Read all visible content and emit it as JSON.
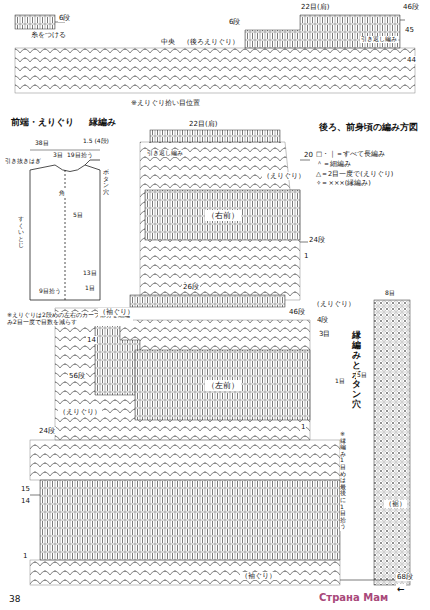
{
  "diagram": {
    "title": "後ろ、前身頃の編み方図",
    "nodes": [
      {
        "text": [
          "（右前）"
        ]
      },
      {
        "text": [
          "（左前）"
        ]
      }
    ],
    "labels": [
      "6段",
      "糸をつける",
      "中央",
      "（後ろえりぐり）",
      "22目(肩)",
      "6段",
      "46段",
      "45",
      "引き返し編み",
      "44",
      "※えりぐり拾い目位置",
      "前端・えりぐり",
      "縁編み",
      "1.5 (4段)",
      "引き抜きはぎ",
      "38目",
      "3目",
      "19目拾う",
      "ボタン穴",
      "角",
      "5目",
      "すくいとじ",
      "9目拾う",
      "13目",
      "1目",
      "※えりぐりは2段めの左右のカーブ部分を細編み2目一度で目数を減らす",
      "22目(肩)",
      "引き返し編み",
      "20",
      "（えりぐり）",
      "24段",
      "1",
      "26段",
      "46段",
      "（えりぐり）",
      "4段",
      "3目",
      "（袖ぐり）",
      "14",
      "56段",
      "（えりぐり）",
      "24段",
      "1",
      "縁編みとボタン穴",
      "8目",
      "1目",
      "5目",
      "※縁編み1目めは最後に1目拾う",
      "（裾）",
      "15",
      "14",
      "1",
      "68段",
      "←",
      "（袖ぐり）",
      "38",
      "Страна Мам"
    ],
    "legend": [
      {
        "text": "□・｜＝すべて長編み"
      },
      {
        "text": "＾＝細編み"
      },
      {
        "text": "△＝2目一度で(えりぐり)"
      },
      {
        "text": "✧＝×××(縁編み)"
      }
    ]
  }
}
